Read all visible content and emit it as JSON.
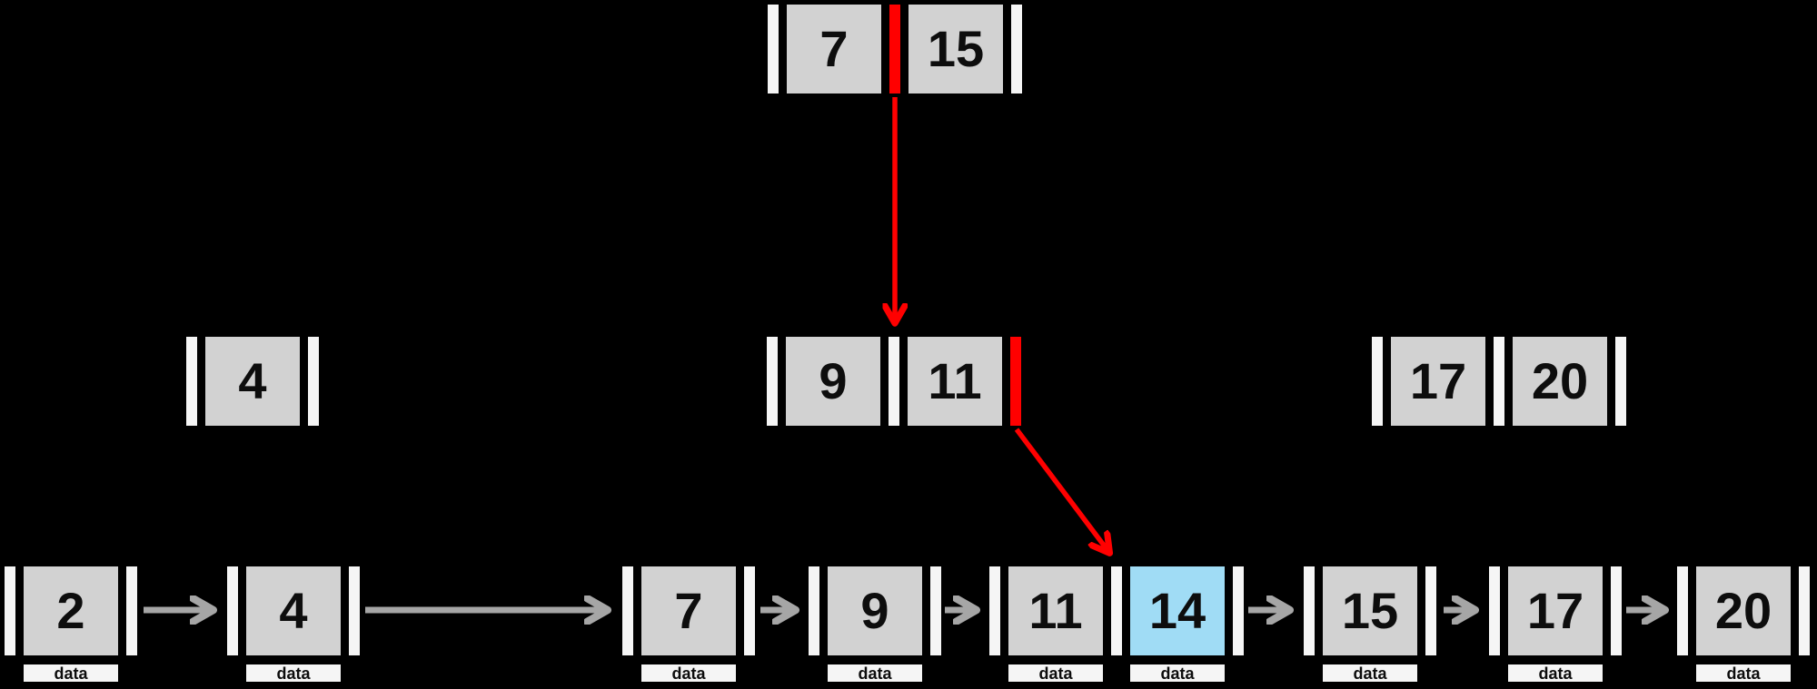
{
  "diagram_type": "b-plus-tree-search",
  "colors": {
    "background": "#000000",
    "key_cell_gray": "#D2D2D2",
    "pointer_slot_white": "#F5F5F5",
    "search_path_red": "#FF0000",
    "found_cell_blue": "#A0DCF5",
    "linked_list_arrow_gray": "#A6A6A6",
    "text": "#0d0d0d"
  },
  "root_node": {
    "keys": [
      "7",
      "15"
    ]
  },
  "internal_nodes": {
    "left": {
      "keys": [
        "4"
      ]
    },
    "middle": {
      "keys": [
        "9",
        "11"
      ]
    },
    "right": {
      "keys": [
        "17",
        "20"
      ]
    }
  },
  "leaf_nodes": [
    {
      "keys": [
        "2"
      ],
      "data_labels": [
        "data"
      ]
    },
    {
      "keys": [
        "4"
      ],
      "data_labels": [
        "data"
      ]
    },
    {
      "keys": [
        "7"
      ],
      "data_labels": [
        "data"
      ]
    },
    {
      "keys": [
        "9"
      ],
      "data_labels": [
        "data"
      ]
    },
    {
      "keys": [
        "11",
        "14"
      ],
      "data_labels": [
        "data",
        "data"
      ],
      "highlighted_key": "14"
    },
    {
      "keys": [
        "15"
      ],
      "data_labels": [
        "data"
      ]
    },
    {
      "keys": [
        "17"
      ],
      "data_labels": [
        "data"
      ]
    },
    {
      "keys": [
        "20"
      ],
      "data_labels": [
        "data"
      ]
    }
  ]
}
